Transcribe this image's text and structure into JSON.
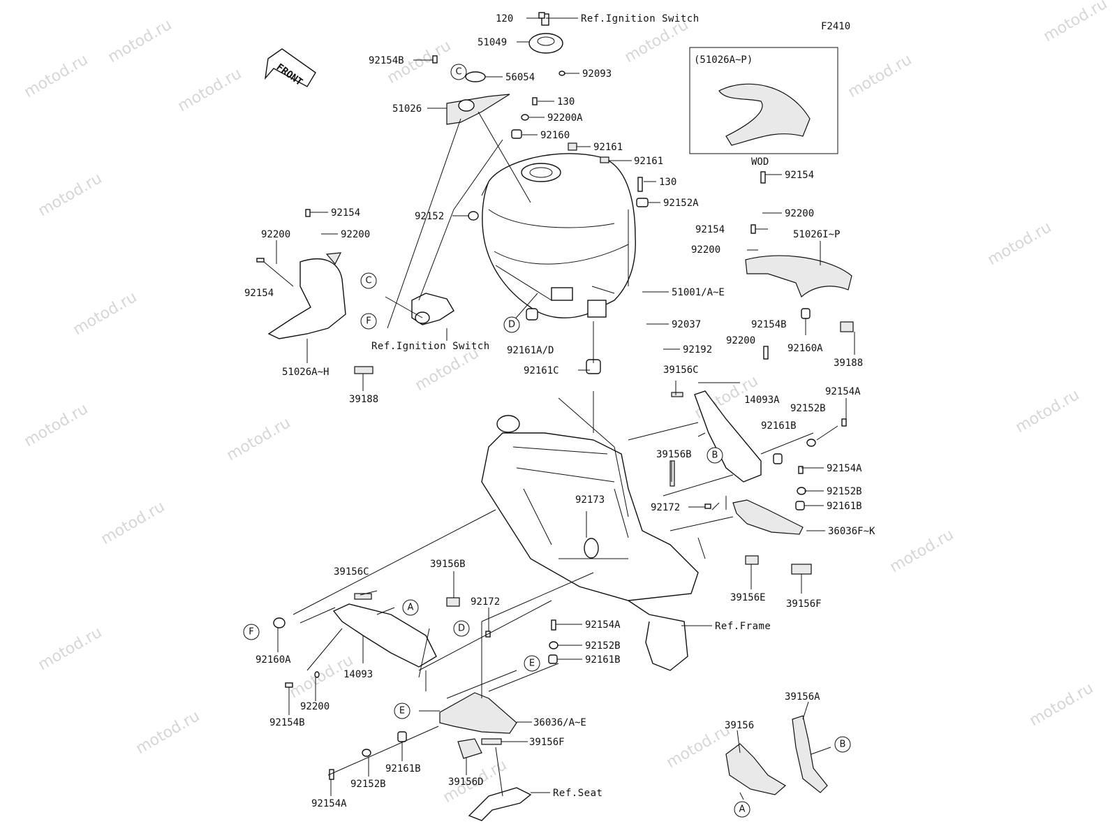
{
  "diagram": {
    "figure_code": "F2410",
    "front_arrow_label": "FRONT",
    "inset_label": "(51026A~P)",
    "inset_caption": "WOD",
    "watermark": "motod.ru",
    "parts": {
      "p120": "120",
      "p51049": "51049",
      "p92154B_top": "92154B",
      "p56054": "56054",
      "p92093": "92093",
      "p51026": "51026",
      "p130_top": "130",
      "p92200A": "92200A",
      "p92160": "92160",
      "p92161_a": "92161",
      "p92161_b": "92161",
      "p130_mid": "130",
      "p92152A": "92152A",
      "p92152": "92152",
      "p92154_l1": "92154",
      "p92200_l1": "92200",
      "p92200_l2": "92200",
      "p92154_l2": "92154",
      "p51026AH": "51026A~H",
      "p39188_l": "39188",
      "p92154_r1": "92154",
      "p92200_r1": "92200",
      "p92154_r2": "92154",
      "p92200_r2": "92200",
      "p51026IP": "51026I~P",
      "p51001": "51001/A~E",
      "p92037": "92037",
      "p92161AD": "92161A/D",
      "p92192": "92192",
      "p92161C": "92161C",
      "p92154B_r": "92154B",
      "p92200_r3": "92200",
      "p92160A_r": "92160A",
      "p39188_r": "39188",
      "p39156C_r": "39156C",
      "p14093A": "14093A",
      "p92154A_r1": "92154A",
      "p92152B_r1": "92152B",
      "p92161B_r1": "92161B",
      "p39156B_r": "39156B",
      "p92154A_r2": "92154A",
      "p92152B_r2": "92152B",
      "p92172_r": "92172",
      "p92161B_r2": "92161B",
      "p92173": "92173",
      "p36036FK": "36036F~K",
      "p39156E": "39156E",
      "p39156F_r": "39156F",
      "p39156C_l": "39156C",
      "p39156B_l": "39156B",
      "p92172_l": "92172",
      "p92160A_l": "92160A",
      "p14093": "14093",
      "p92200_l3": "92200",
      "p92154B_l": "92154B",
      "p92154A_m": "92154A",
      "p92152B_m": "92152B",
      "p92161B_m": "92161B",
      "p36036AE": "36036/A~E",
      "p39156F_l": "39156F",
      "p92161B_l": "92161B",
      "p92152B_l": "92152B",
      "p39156D": "39156D",
      "p92154A_l": "92154A",
      "p39156": "39156",
      "p39156A": "39156A"
    },
    "references": {
      "ignition_switch_top": "Ref.Ignition Switch",
      "ignition_switch_mid": "Ref.Ignition Switch",
      "frame": "Ref.Frame",
      "seat": "Ref.Seat"
    },
    "callouts": {
      "c_top": "C",
      "c_left": "C",
      "f_left": "F",
      "f_bottom": "F",
      "d_tank": "D",
      "d_cover": "D",
      "b_right": "B",
      "b_bottom": "B",
      "a_cover": "A",
      "a_bottom": "A",
      "e_mid": "E",
      "e_bottom": "E"
    }
  }
}
